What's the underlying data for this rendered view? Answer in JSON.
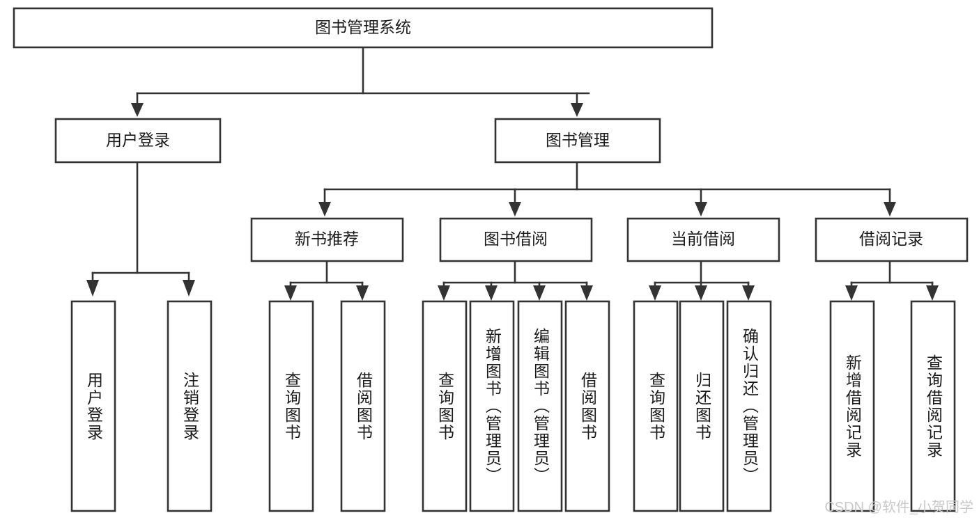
{
  "diagram": {
    "type": "tree-hierarchy-chart",
    "title": "图书管理系统",
    "background_color": "#ffffff",
    "line_color": "#333333",
    "box_fill": "#ffffff",
    "text_color": "#1a1a1a",
    "root": {
      "id": "root",
      "label": "图书管理系统"
    },
    "level1": [
      {
        "id": "user-login",
        "label": "用户登录"
      },
      {
        "id": "book-management",
        "label": "图书管理"
      }
    ],
    "level2": [
      {
        "id": "new-book-recommend",
        "label": "新书推荐",
        "parent": "book-management"
      },
      {
        "id": "book-borrow",
        "label": "图书借阅",
        "parent": "book-management"
      },
      {
        "id": "current-borrow",
        "label": "当前借阅",
        "parent": "book-management"
      },
      {
        "id": "borrow-record",
        "label": "借阅记录",
        "parent": "book-management"
      }
    ],
    "leaves": {
      "user-login": [
        {
          "id": "leaf-user-login",
          "label": "用户登录"
        },
        {
          "id": "leaf-user-logout",
          "label": "注销登录"
        }
      ],
      "new-book-recommend": [
        {
          "id": "leaf-query-book-1",
          "label": "查询图书"
        },
        {
          "id": "leaf-borrow-book-1",
          "label": "借阅图书"
        }
      ],
      "book-borrow": [
        {
          "id": "leaf-query-book-2",
          "label": "查询图书"
        },
        {
          "id": "leaf-add-book",
          "label": "新增图书（管理员）"
        },
        {
          "id": "leaf-edit-book",
          "label": "编辑图书（管理员）"
        },
        {
          "id": "leaf-borrow-book-2",
          "label": "借阅图书"
        }
      ],
      "current-borrow": [
        {
          "id": "leaf-query-book-3",
          "label": "查询图书"
        },
        {
          "id": "leaf-return-book",
          "label": "归还图书"
        },
        {
          "id": "leaf-confirm-return",
          "label": "确认归还（管理员）"
        }
      ],
      "borrow-record": [
        {
          "id": "leaf-add-record",
          "label": "新增借阅记录"
        },
        {
          "id": "leaf-query-record",
          "label": "查询借阅记录"
        }
      ]
    }
  },
  "watermark": {
    "text": "CSDN @软件_小贺同学"
  }
}
